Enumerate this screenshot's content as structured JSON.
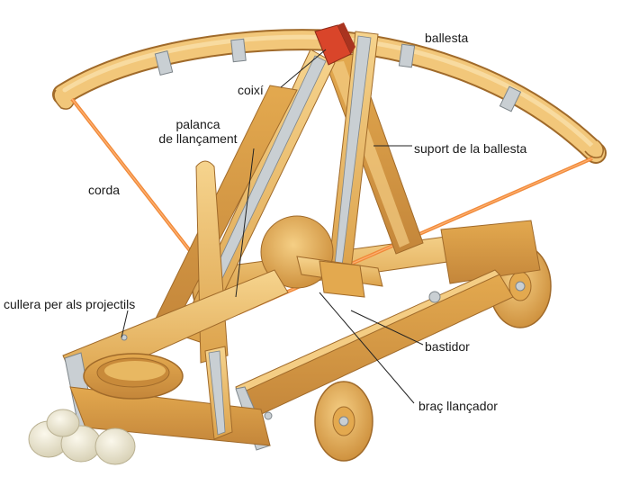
{
  "labels": {
    "ballesta": "ballesta",
    "coixi": "coixí",
    "palanca_line1": "palanca",
    "palanca_line2": "de llançament",
    "suport": "suport de la ballesta",
    "corda": "corda",
    "cullera": "cullera per als projectils",
    "bastidor": "bastidor",
    "brac": "braç llançador"
  },
  "colors": {
    "wood_light": "#f2c77a",
    "wood_mid": "#e3a94f",
    "wood_dark": "#c88a3a",
    "wood_edge": "#a06a2a",
    "metal_band": "#c9cfd3",
    "rope": "#f08a3a",
    "pad": "#d9452a",
    "stone": "#f1ecd6",
    "leader": "#222222"
  }
}
